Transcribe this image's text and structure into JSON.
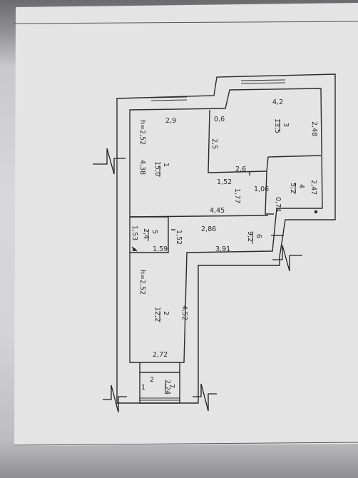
{
  "plan": {
    "dims": {
      "d_29": "2,9",
      "d_06": "0,6",
      "d_42": "4,2",
      "d_248": "2,48",
      "d_h252_top": "h=2,52",
      "d_438": "4,38",
      "d_25": "2,5",
      "d_26": "2,6",
      "d_247": "2,47",
      "d_152_a": "1,52",
      "d_106": "1,06",
      "d_177": "1,77",
      "d_074": "0,74",
      "d_445": "4,45",
      "d_286": "2,86",
      "d_153": "1,53",
      "d_152_b": "1,52",
      "d_159": "1,59",
      "d_391": "3,91",
      "d_h252_bot": "h=2,52",
      "d_452": "4,52",
      "d_272": "2,72",
      "d_224": "2,24",
      "d_2_small": "2",
      "d_1_small": "1"
    },
    "rooms": [
      {
        "num": "1",
        "area": "15,0"
      },
      {
        "num": "2",
        "area": "12,2"
      },
      {
        "num": "3",
        "area": "13,5"
      },
      {
        "num": "4",
        "area": "5,2"
      },
      {
        "num": "5",
        "area": "2,4"
      },
      {
        "num": "6",
        "area": "9,2"
      },
      {
        "num": "7",
        "area": ""
      }
    ]
  }
}
